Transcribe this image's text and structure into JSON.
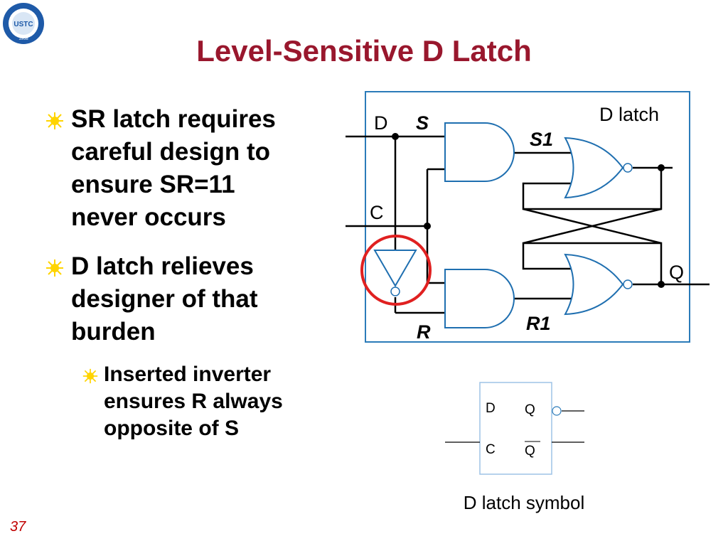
{
  "slide": {
    "title": "Level-Sensitive D Latch",
    "number": "37",
    "logo_text": "USTC",
    "logo_year": "1958"
  },
  "bullets": [
    {
      "level": 1,
      "lines": [
        "SR latch requires",
        "careful design to",
        "ensure SR=11",
        "never occurs"
      ]
    },
    {
      "level": 1,
      "lines": [
        "D latch relieves",
        "designer of that",
        "burden"
      ]
    },
    {
      "level": 2,
      "lines": [
        "Inserted inverter",
        "ensures R always",
        "opposite of S"
      ]
    }
  ],
  "circuit": {
    "box_label": "D latch",
    "labels": {
      "d": "D",
      "s": "S",
      "c": "C",
      "s1": "S1",
      "r1": "R1",
      "r": "R",
      "q": "Q"
    },
    "colors": {
      "wire": "#000000",
      "gate": "#1f6fb0",
      "box": "#2b7bb9",
      "highlight": "#e02020"
    }
  },
  "symbol": {
    "pins": {
      "d": "D",
      "c": "C",
      "q": "Q",
      "qbar": "Q"
    },
    "caption": "D latch symbol",
    "border": "#9ec3e6"
  }
}
